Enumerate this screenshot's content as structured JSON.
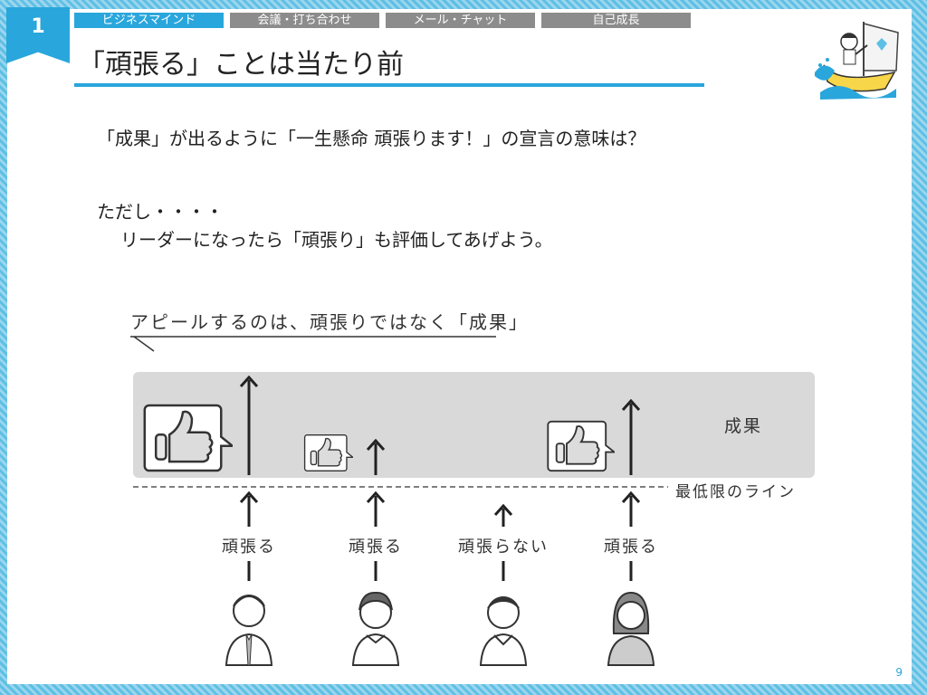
{
  "section_number": "1",
  "tabs": [
    "ビジネスマインド",
    "会議・打ち合わせ",
    "メール・チャット",
    "自己成長"
  ],
  "title": "「頑張る」ことは当たり前",
  "question": "「成果」が出るように「一生懸命 頑張ります！」の宣言の意味は？",
  "caveat_intro": "ただし・・・・",
  "caveat_text": "リーダーになったら「頑張り」も評価してあげよう。",
  "diagram": {
    "caption": "アピールするのは、頑張りではなく「成果」",
    "result_label": "成果",
    "minimum_line_label": "最低限のライン",
    "people": [
      {
        "label": "頑張る"
      },
      {
        "label": "頑張る"
      },
      {
        "label": "頑張らない"
      },
      {
        "label": "頑張る"
      }
    ]
  },
  "page_number": "9",
  "colors": {
    "accent": "#29a6dc",
    "tab_inactive": "#8c8c8c",
    "result_band": "#d9d9d9"
  }
}
